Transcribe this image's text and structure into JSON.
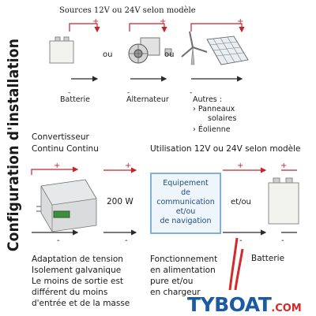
{
  "side_title": "Configuration d'installation",
  "sources": {
    "title": "Sources 12V ou 24V selon modèle",
    "or_1": "ou",
    "or_2": "ou",
    "battery_label": "Batterie",
    "alternator_label": "Alternateur",
    "others_label": "Autres :",
    "others_items": [
      "› Panneaux solaires",
      "› Éolienne"
    ],
    "others_line1": "› Panneaux",
    "others_line2": "solaires",
    "others_line3": "› Éolienne"
  },
  "converter": {
    "title_line1": "Convertisseur",
    "title_line2": "Continu Continu",
    "power": "200 W",
    "desc_line1": "Adaptation de tension",
    "desc_line2": "Isolement galvanique",
    "desc_line3": "Le moins de sortie est",
    "desc_line4": "différent du moins",
    "desc_line5": "d'entrée et de la masse"
  },
  "usage": {
    "title": "Utilisation 12V ou 24V selon modèle",
    "box_line1": "Equipement",
    "box_line2": "de",
    "box_line3": "communication",
    "box_line4": "et/ou",
    "box_line5": "de navigation",
    "or_label": "et/ou",
    "battery_label": "Batterie",
    "desc_line1": "Fonctionnement",
    "desc_line2": "en alimentation",
    "desc_line3": "pure et/ou",
    "desc_line4": "en chargeur"
  },
  "polarity": {
    "plus": "+",
    "minus": "-"
  },
  "watermark": {
    "brand": "TYBOAT",
    "suffix": ".COM"
  },
  "colors": {
    "positive_wire": "#c0272d",
    "negative_wire": "#2a2a2a",
    "comm_box_border": "#7fb2d9",
    "brand_blue": "#1c5aa3",
    "brand_red": "#d42a2a"
  },
  "icons": [
    "battery-icon",
    "alternator-icon",
    "solar-panel-icon",
    "wind-turbine-icon",
    "converter-icon",
    "battery-icon"
  ]
}
